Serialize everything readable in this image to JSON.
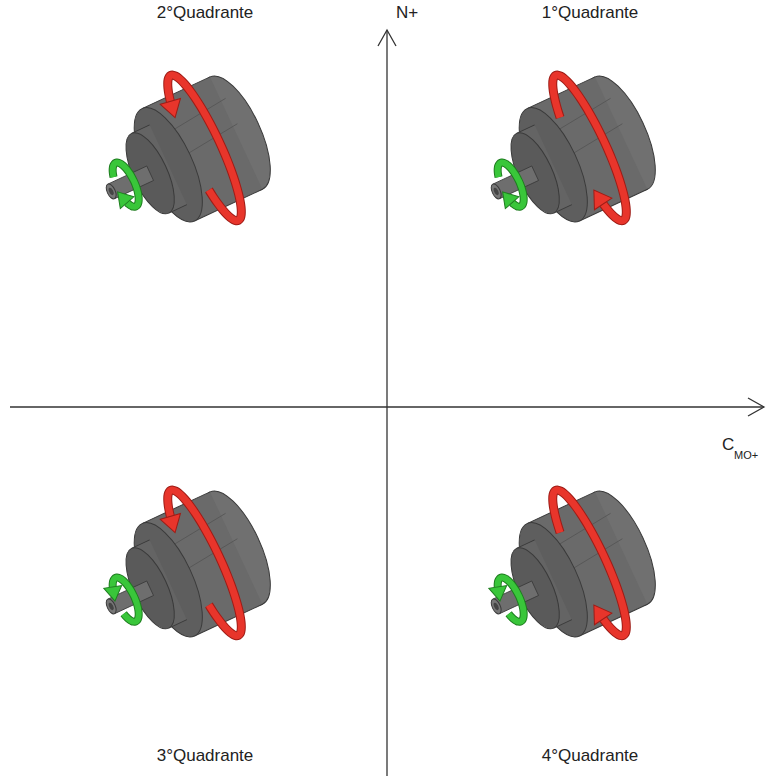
{
  "diagram": {
    "labels": [
      "2°Quadrante",
      "N+",
      "1°Quadrante",
      "C",
      "MO+",
      "3°Quadrante",
      "4°Quadrante"
    ]
  }
}
